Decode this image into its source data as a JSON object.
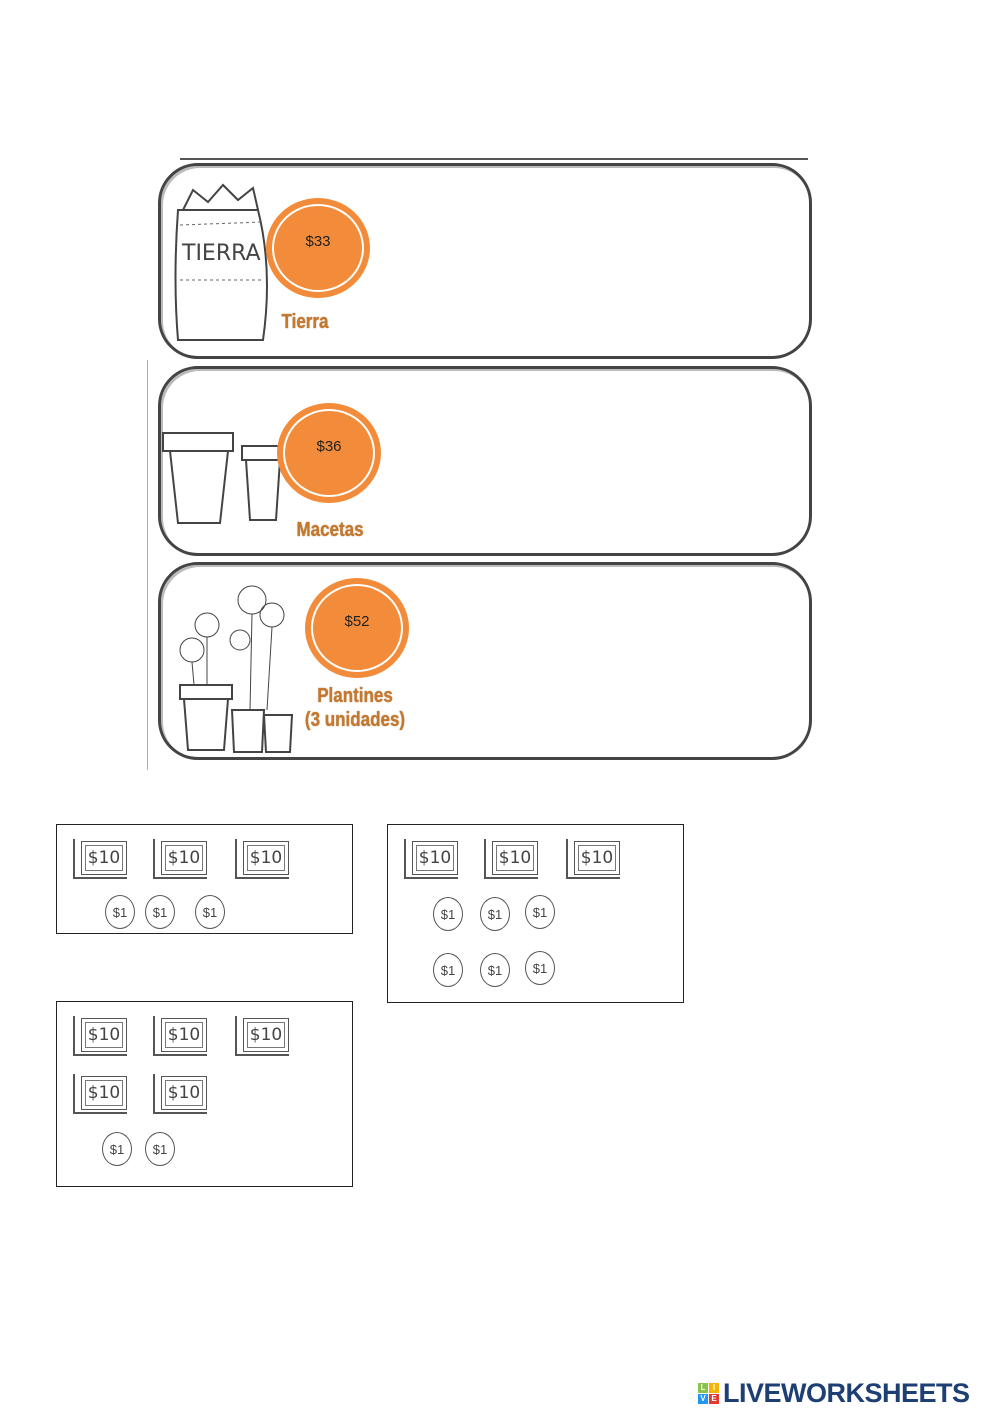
{
  "items": [
    {
      "name": "Tierra",
      "price": "$33",
      "bag_text": "TIERRA"
    },
    {
      "name": "Macetas",
      "price": "$36"
    },
    {
      "name": "Plantines (3 unidades)",
      "name_line1": "Plantines",
      "name_line2": "(3 unidades)",
      "price": "$52"
    }
  ],
  "money": {
    "bill_label": "$10",
    "coin_label": "$1",
    "sets": [
      {
        "bills": 3,
        "coins": 3
      },
      {
        "bills": 3,
        "coins": 6
      },
      {
        "bills": 5,
        "coins": 2
      }
    ]
  },
  "colors": {
    "accent": "#f28c3a",
    "label": "#c8782a",
    "brand": "#1d3f73"
  },
  "footer": {
    "brand": "LIVEWORKSHEETS",
    "mark_letters": [
      "L",
      "I",
      "V",
      "E"
    ]
  }
}
